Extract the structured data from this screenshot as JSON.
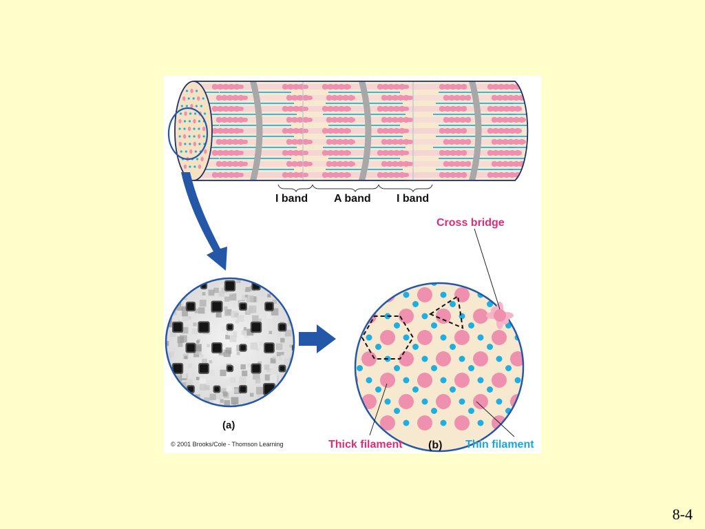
{
  "slide": {
    "number": "8-4"
  },
  "figure": {
    "band_labels": [
      "I band",
      "A band",
      "I band"
    ],
    "panel_a_label": "(a)",
    "panel_b_label": "(b)",
    "cross_bridge_label": "Cross bridge",
    "thick_filament_label": "Thick filament",
    "thin_filament_label": "Thin filament",
    "copyright": "© 2001 Brooks/Cole - Thomson Learning"
  },
  "colors": {
    "thick_filament": "#ee90ae",
    "thin_filament": "#1eaee0",
    "fiber_fill": "#f7e9cf",
    "z_disc": "#a8a8a8",
    "arrow": "#2457a8",
    "label_magenta": "#de2c7a",
    "label_cyan": "#1aa6dd",
    "background": "#ffffcc"
  }
}
